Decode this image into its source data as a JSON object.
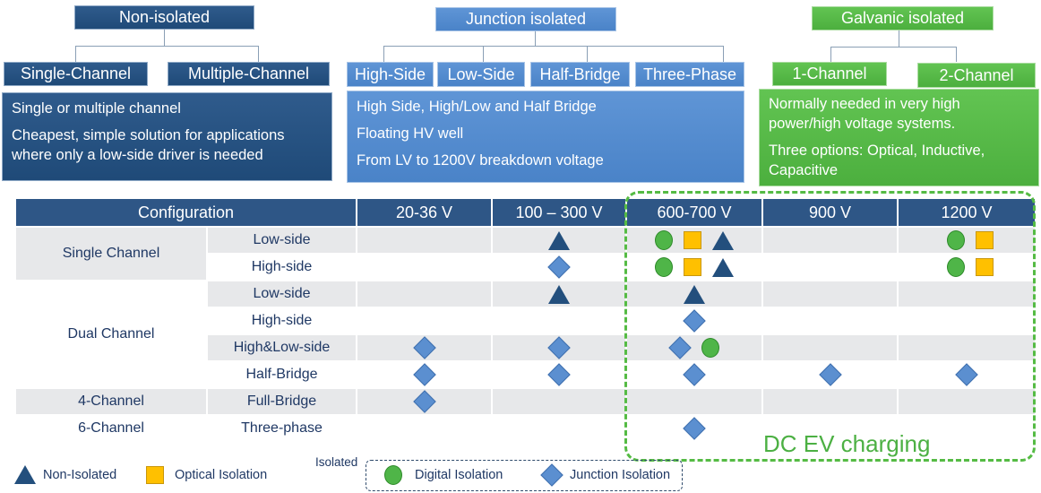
{
  "categories": {
    "non_isolated": {
      "title": "Non-isolated",
      "children": [
        "Single-Channel",
        "Multiple-Channel"
      ],
      "description": [
        "Single or multiple channel",
        "Cheapest, simple solution for  applications where only a low-side driver is needed"
      ]
    },
    "junction_isolated": {
      "title": "Junction isolated",
      "children": [
        "High-Side",
        "Low-Side",
        "Half-Bridge",
        "Three-Phase"
      ],
      "description": [
        "High Side, High/Low and Half Bridge",
        "Floating HV well",
        "From LV to 1200V breakdown voltage"
      ]
    },
    "galvanic_isolated": {
      "title": "Galvanic isolated",
      "children": [
        "1-Channel",
        "2-Channel"
      ],
      "description": [
        "Normally needed in very high power/high voltage systems.",
        "Three options: Optical, Inductive, Capacitive"
      ]
    }
  },
  "table": {
    "headers": [
      "Configuration",
      "20-36 V",
      "100 – 300 V",
      "600-700 V",
      "900 V",
      "1200 V"
    ],
    "groups": [
      "Single Channel",
      "Dual Channel",
      "4-Channel",
      "6-Channel"
    ],
    "rows": [
      {
        "group": "Single Channel",
        "sub": "Low-side",
        "cells": [
          [],
          [
            "non-isolated"
          ],
          [
            "digital",
            "optical",
            "non-isolated"
          ],
          [],
          [
            "digital",
            "optical"
          ]
        ]
      },
      {
        "group": "Single Channel",
        "sub": "High-side",
        "cells": [
          [],
          [
            "junction"
          ],
          [
            "digital",
            "optical",
            "non-isolated"
          ],
          [],
          [
            "digital",
            "optical"
          ]
        ]
      },
      {
        "group": "Dual Channel",
        "sub": "Low-side",
        "cells": [
          [],
          [
            "non-isolated"
          ],
          [
            "non-isolated"
          ],
          [],
          []
        ]
      },
      {
        "group": "Dual Channel",
        "sub": "High-side",
        "cells": [
          [],
          [],
          [
            "junction"
          ],
          [],
          []
        ]
      },
      {
        "group": "Dual Channel",
        "sub": "High&Low-side",
        "cells": [
          [
            "junction"
          ],
          [
            "junction"
          ],
          [
            "junction",
            "digital"
          ],
          [],
          []
        ]
      },
      {
        "group": "Dual Channel",
        "sub": "Half-Bridge",
        "cells": [
          [
            "junction"
          ],
          [
            "junction"
          ],
          [
            "junction"
          ],
          [
            "junction"
          ],
          [
            "junction"
          ]
        ]
      },
      {
        "group": "4-Channel",
        "sub": "Full-Bridge",
        "cells": [
          [
            "junction"
          ],
          [],
          [],
          [],
          []
        ]
      },
      {
        "group": "6-Channel",
        "sub": "Three-phase",
        "cells": [
          [],
          [],
          [
            "junction"
          ],
          [],
          []
        ]
      }
    ]
  },
  "highlight": {
    "label": "DC EV charging",
    "color": "#55bb44"
  },
  "legend": {
    "non_isolated": "Non-Isolated",
    "optical": "Optical Isolation",
    "isolated_group_label": "Isolated",
    "digital": "Digital Isolation",
    "junction": "Junction Isolation"
  },
  "colors": {
    "non_isolated": "#234f7d",
    "optical": "#ffc000",
    "digital": "#4fb548",
    "junction": "#5b8fd0",
    "header": "#2e5686"
  }
}
